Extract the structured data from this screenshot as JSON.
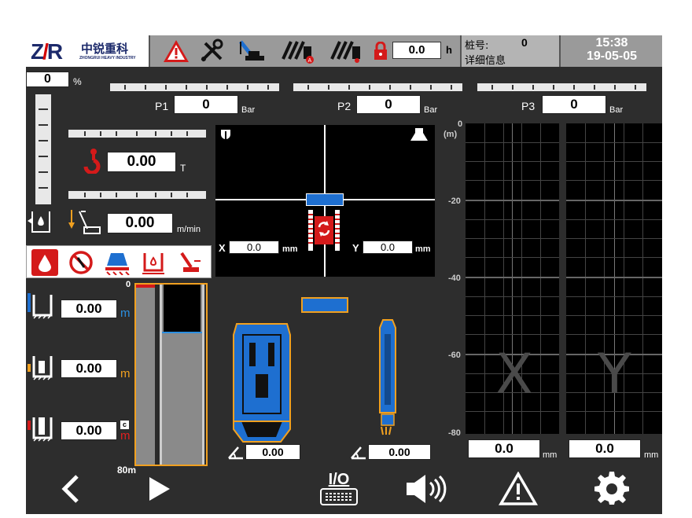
{
  "header": {
    "logo_letters": "ZR",
    "company_cn": "中锐重科",
    "company_en": "ZHONGRUI HEAVY INDUSTRY",
    "hours_value": "0.0",
    "hours_unit": "h",
    "pile_label": "桩号:",
    "pile_value": "0",
    "detail_label": "详细信息",
    "time": "15:38",
    "date": "19-05-05",
    "icons": [
      "warning-triangle-icon",
      "tools-icon",
      "rig-icon",
      "winch-icon",
      "winch-auto-icon",
      "lock-icon"
    ]
  },
  "percent": {
    "value": "0",
    "unit": "%"
  },
  "pressures": [
    {
      "label": "P1",
      "value": "0",
      "unit": "Bar"
    },
    {
      "label": "P2",
      "value": "0",
      "unit": "Bar"
    },
    {
      "label": "P3",
      "value": "0",
      "unit": "Bar"
    }
  ],
  "load": {
    "value": "0.00",
    "unit": "T"
  },
  "speed": {
    "value": "0.00",
    "unit": "m/min"
  },
  "position": {
    "x_label": "X",
    "x_value": "0.0",
    "x_unit": "mm",
    "y_label": "Y",
    "y_value": "0.0",
    "y_unit": "mm"
  },
  "depths": [
    {
      "value": "0.00",
      "unit": "m",
      "unit_color": "#2b8fe0"
    },
    {
      "value": "0.00",
      "unit": "m",
      "unit_color": "#f0a020"
    },
    {
      "value": "0.00",
      "unit": "m",
      "unit_color": "#e02020",
      "unit_top": "c"
    }
  ],
  "depth_gauge": {
    "top_label": "0",
    "bottom_label": "80m"
  },
  "angles": [
    {
      "value": "0.00"
    },
    {
      "value": "0.00"
    }
  ],
  "verticality": {
    "unit_label": "(m)",
    "ticks": [
      "0",
      "-20",
      "-40",
      "-60",
      "-80"
    ],
    "x_letter": "X",
    "y_letter": "Y",
    "x_value": "0.0",
    "y_value": "0.0",
    "value_unit": "mm"
  },
  "bottom_bar": {
    "io_label": "I/O",
    "icons": [
      "back-arrow-icon",
      "play-icon",
      "io-keyboard-icon",
      "speaker-icon",
      "alarm-icon",
      "settings-gear-icon"
    ]
  },
  "colors": {
    "accent_blue": "#1e6fd0",
    "alarm_red": "#d41a1a",
    "outline_orange": "#f0a020"
  }
}
